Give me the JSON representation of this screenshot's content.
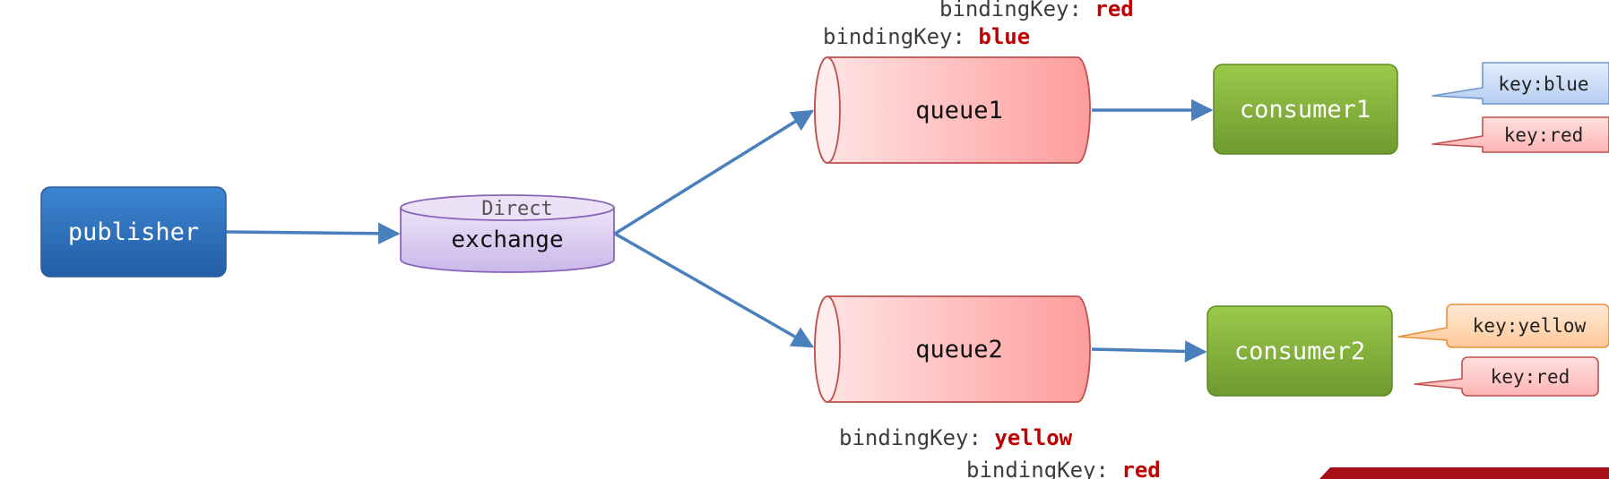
{
  "publisher": {
    "label": "publisher"
  },
  "exchange": {
    "type_label": "Direct",
    "label": "exchange"
  },
  "queues": [
    {
      "label": "queue1"
    },
    {
      "label": "queue2"
    }
  ],
  "consumers": [
    {
      "label": "consumer1"
    },
    {
      "label": "consumer2"
    }
  ],
  "binding_keys": {
    "prefix": "bindingKey: ",
    "queue1": [
      "red",
      "blue"
    ],
    "queue2": [
      "yellow",
      "red"
    ]
  },
  "callouts": {
    "consumer1": [
      "key:blue",
      "key:red"
    ],
    "consumer2": [
      "key:yellow",
      "key:red"
    ]
  },
  "colors": {
    "publisher": "#2e6db4",
    "exchange": "#dcd0f0",
    "queue": "#ff9f9f",
    "consumer": "#7ba83a",
    "edge": "#4a7fbe",
    "binding_value": "#c00000"
  }
}
